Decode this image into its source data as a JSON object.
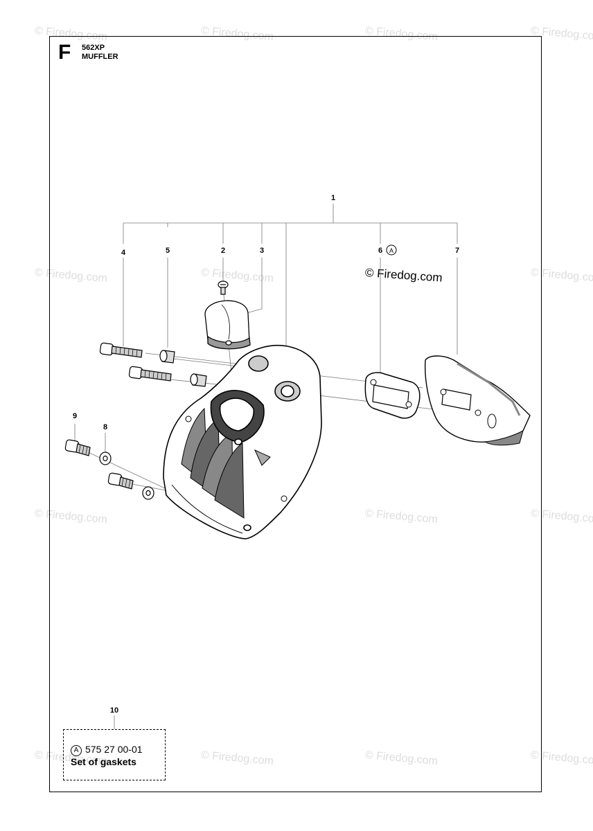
{
  "header": {
    "section_letter": "F",
    "model": "562XP",
    "title": "MUFFLER"
  },
  "watermark": {
    "text": "© Firedog.com"
  },
  "copyright_mark": "© Firedog.com",
  "callouts": {
    "c1": "1",
    "c2": "2",
    "c3": "3",
    "c4": "4",
    "c5": "5",
    "c6": "6",
    "c6_symbol": "A",
    "c7": "7",
    "c8": "8",
    "c9": "9",
    "c10": "10"
  },
  "kit": {
    "symbol": "A",
    "part_number": "575 27 00-01",
    "description": "Set of gaskets"
  }
}
